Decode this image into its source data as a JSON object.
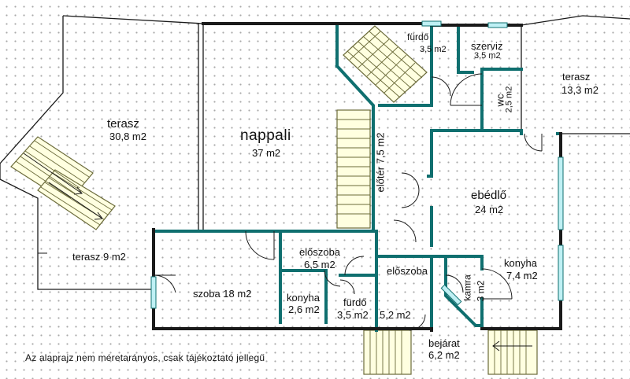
{
  "rooms": {
    "terasz_left": {
      "name": "terasz",
      "area": "30,8 m2"
    },
    "nappali": {
      "name": "nappali",
      "area": "37 m2"
    },
    "furdo_top": {
      "name": "fürdő",
      "area": "3,5 m2"
    },
    "szerviz": {
      "name": "szerviz",
      "area": "3,5 m2"
    },
    "terasz_right": {
      "name": "terasz",
      "area": "13,3 m2"
    },
    "wc": {
      "name": "wc",
      "area": "2,5 m2"
    },
    "eloter": {
      "label": "előtér 7,5 m2"
    },
    "ebedlo": {
      "name": "ebédlő",
      "area": "24 m2"
    },
    "terasz_small": {
      "label": "terasz  9 m2"
    },
    "eloszoba_a": {
      "name": "előszoba",
      "area": "6,5 m2"
    },
    "eloszoba_b": {
      "name": "előszoba"
    },
    "konyha_big": {
      "name": "konyha",
      "area": "7,4 m2"
    },
    "szoba": {
      "label": "szoba 18 m2"
    },
    "konyha_small": {
      "name": "konyha",
      "area": "2,6 m2"
    },
    "furdo_bottom": {
      "name": "fürdő",
      "area": "3,5 m2"
    },
    "room_52": {
      "area": "5,2 m2"
    },
    "kamra": {
      "name": "kamra",
      "area": "3 m2"
    },
    "bejarat": {
      "name": "bejárat",
      "area": "6,2 m2"
    }
  },
  "note": "Az alaprajz nem méretarányos, csak tájékoztató jellegű",
  "colors": {
    "wall": "#0f6f6f",
    "thin_wall": "#1a1a1a",
    "window": "#bff0f4",
    "stair_fill": "#ffffe0",
    "stair_line": "#6b6b3a",
    "grid_dot": "#a9a9a9"
  }
}
